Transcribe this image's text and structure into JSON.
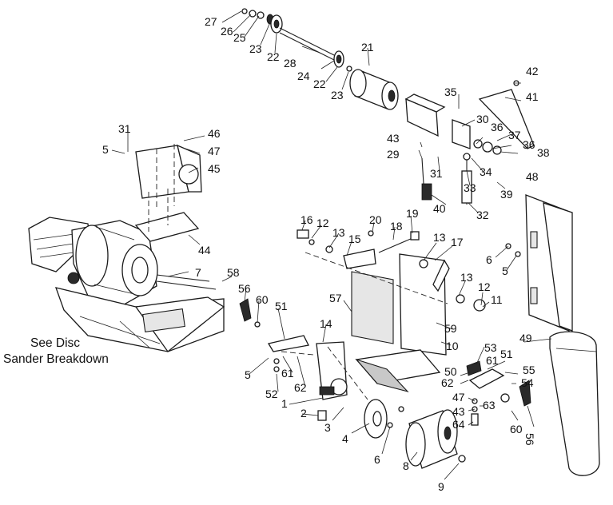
{
  "note": [
    "See Disc",
    "Sander Breakdown"
  ],
  "callouts": [
    {
      "label": "27"
    },
    {
      "label": "26"
    },
    {
      "label": "25"
    },
    {
      "label": "23"
    },
    {
      "label": "22"
    },
    {
      "label": "28"
    },
    {
      "label": "24"
    },
    {
      "label": "22"
    },
    {
      "label": "23"
    },
    {
      "label": "21"
    },
    {
      "label": "42"
    },
    {
      "label": "41"
    },
    {
      "label": "35"
    },
    {
      "label": "30"
    },
    {
      "label": "36"
    },
    {
      "label": "37"
    },
    {
      "label": "36"
    },
    {
      "label": "38"
    },
    {
      "label": "43"
    },
    {
      "label": "29"
    },
    {
      "label": "31"
    },
    {
      "label": "34"
    },
    {
      "label": "33"
    },
    {
      "label": "39"
    },
    {
      "label": "40"
    },
    {
      "label": "32"
    },
    {
      "label": "31"
    },
    {
      "label": "46"
    },
    {
      "label": "5"
    },
    {
      "label": "47"
    },
    {
      "label": "45"
    },
    {
      "label": "44"
    },
    {
      "label": "7"
    },
    {
      "label": "58"
    },
    {
      "label": "16"
    },
    {
      "label": "12"
    },
    {
      "label": "13"
    },
    {
      "label": "15"
    },
    {
      "label": "20"
    },
    {
      "label": "18"
    },
    {
      "label": "19"
    },
    {
      "label": "13"
    },
    {
      "label": "17"
    },
    {
      "label": "48"
    },
    {
      "label": "6"
    },
    {
      "label": "5"
    },
    {
      "label": "13"
    },
    {
      "label": "12"
    },
    {
      "label": "11"
    },
    {
      "label": "56"
    },
    {
      "label": "60"
    },
    {
      "label": "51"
    },
    {
      "label": "57"
    },
    {
      "label": "59"
    },
    {
      "label": "14"
    },
    {
      "label": "10"
    },
    {
      "label": "53"
    },
    {
      "label": "51"
    },
    {
      "label": "49"
    },
    {
      "label": "61"
    },
    {
      "label": "55"
    },
    {
      "label": "50"
    },
    {
      "label": "62"
    },
    {
      "label": "54"
    },
    {
      "label": "5"
    },
    {
      "label": "61"
    },
    {
      "label": "52"
    },
    {
      "label": "62"
    },
    {
      "label": "47"
    },
    {
      "label": "63"
    },
    {
      "label": "1"
    },
    {
      "label": "43"
    },
    {
      "label": "2"
    },
    {
      "label": "64"
    },
    {
      "label": "60"
    },
    {
      "label": "56"
    },
    {
      "label": "3"
    },
    {
      "label": "4"
    },
    {
      "label": "6"
    },
    {
      "label": "8"
    },
    {
      "label": "9"
    }
  ]
}
